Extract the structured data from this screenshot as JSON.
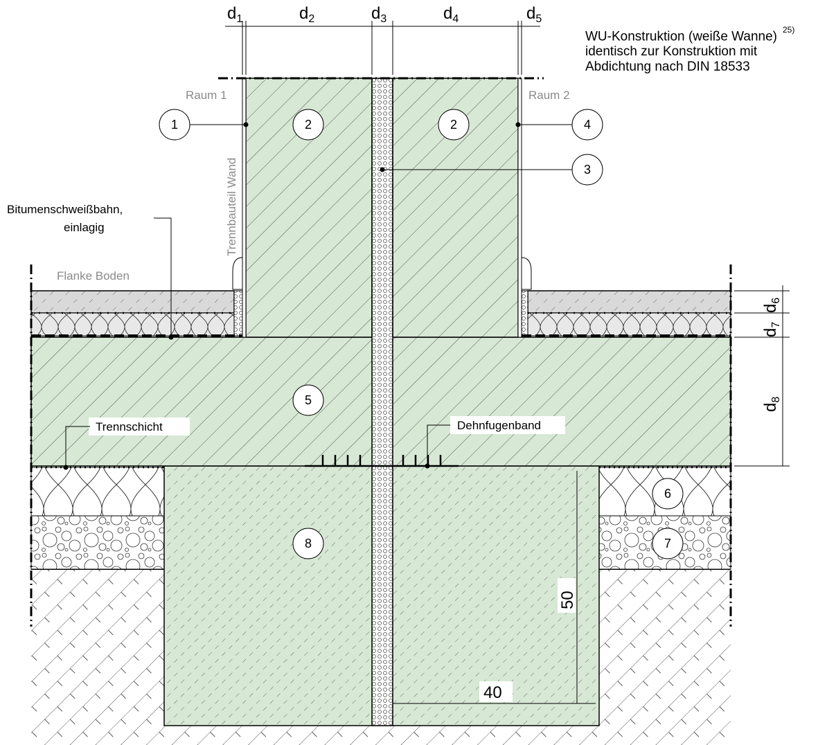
{
  "note": {
    "lines": [
      "WU-Konstruktion (weiße Wanne)",
      "identisch zur Konstruktion mit",
      "Abdichtung nach DIN 18533"
    ],
    "footnote": "25)"
  },
  "dimensions": {
    "top": [
      {
        "base": "d",
        "sub": "1"
      },
      {
        "base": "d",
        "sub": "2"
      },
      {
        "base": "d",
        "sub": "3"
      },
      {
        "base": "d",
        "sub": "4"
      },
      {
        "base": "d",
        "sub": "5"
      }
    ],
    "right": [
      {
        "base": "d",
        "sub": "6"
      },
      {
        "base": "d",
        "sub": "7"
      },
      {
        "base": "d",
        "sub": "8"
      }
    ],
    "foundation_height": "50",
    "foundation_width": "40"
  },
  "labels": {
    "room1": "Raum 1",
    "room2": "Raum 2",
    "wall": "Trennbauteil Wand",
    "bitumen_line1": "Bitumenschweißbahn,",
    "bitumen_line2": "einlagig",
    "flank": "Flanke Boden",
    "separation": "Trennschicht",
    "joint_tape": "Dehnfugenband"
  },
  "markers": [
    "1",
    "2",
    "2",
    "3",
    "4",
    "5",
    "6",
    "7",
    "8"
  ],
  "colors": {
    "concrete": "#d7e8d5",
    "screed": "#d9d9d9",
    "line": "#000000",
    "grey_text": "#8a8a8a"
  }
}
